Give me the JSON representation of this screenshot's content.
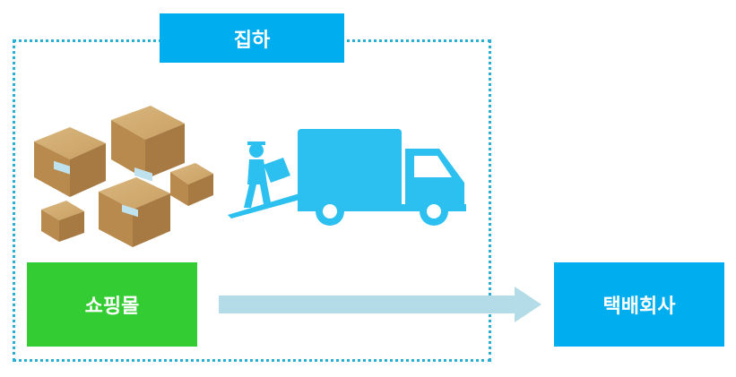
{
  "diagram": {
    "group_label": "집하",
    "source_label": "쇼핑몰",
    "target_label": "택배회사"
  },
  "colors": {
    "group_title_bg": "#00aeef",
    "source_bg": "#33cc33",
    "target_bg": "#00aeef",
    "arrow": "#b3dbe8",
    "dashed_border": "#2aaed6",
    "truck": "#2bc0ef",
    "cardboard": "#c49a5c"
  },
  "icons": {
    "boxes": "cardboard-boxes-icon",
    "delivery": "delivery-truck-icon"
  }
}
